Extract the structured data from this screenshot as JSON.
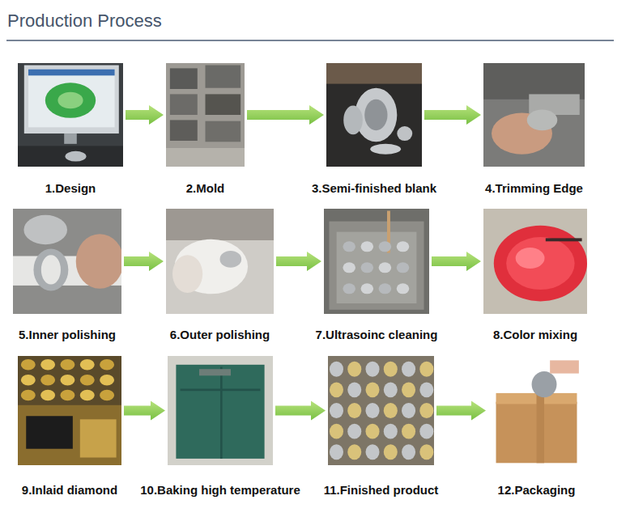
{
  "diagram": {
    "title": "Production Process",
    "nodes": [
      {
        "text": [
          "1.Design"
        ]
      },
      {
        "text": [
          "2.Mold"
        ]
      },
      {
        "text": [
          "3.Semi-finished blank"
        ]
      },
      {
        "text": [
          "4.Trimming Edge"
        ]
      },
      {
        "text": [
          "5.Inner polishing"
        ]
      },
      {
        "text": [
          "6.Outer polishing"
        ]
      },
      {
        "text": [
          "7.Ultrasoinc cleaning"
        ]
      },
      {
        "text": [
          "8.Color mixing"
        ]
      },
      {
        "text": [
          "9.Inlaid diamond"
        ]
      },
      {
        "text": [
          "10.Baking high temperature"
        ]
      },
      {
        "text": [
          "11.Finished product"
        ]
      },
      {
        "text": [
          "12.Packaging"
        ]
      }
    ],
    "edges": [
      {
        "from": 0,
        "to": 1,
        "arrow": "to"
      },
      {
        "from": 1,
        "to": 2,
        "arrow": "to"
      },
      {
        "from": 2,
        "to": 3,
        "arrow": "to"
      },
      {
        "from": 4,
        "to": 5,
        "arrow": "to"
      },
      {
        "from": 5,
        "to": 6,
        "arrow": "to"
      },
      {
        "from": 6,
        "to": 7,
        "arrow": "to"
      },
      {
        "from": 8,
        "to": 9,
        "arrow": "to"
      },
      {
        "from": 9,
        "to": 10,
        "arrow": "to"
      },
      {
        "from": 10,
        "to": 11,
        "arrow": "to"
      }
    ]
  }
}
